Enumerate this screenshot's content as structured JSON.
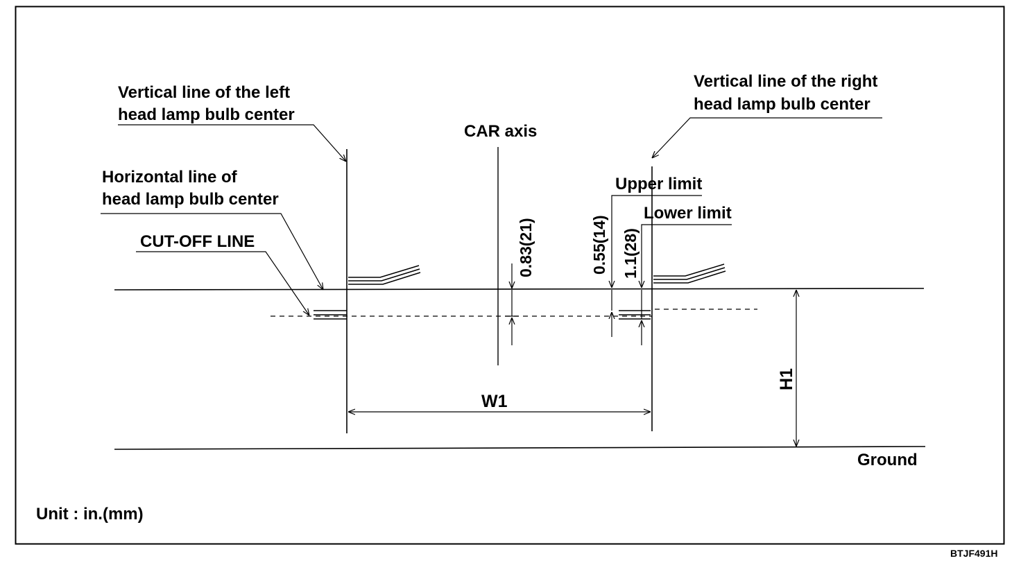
{
  "labels": {
    "left_vertical_line_1": "Vertical line of the left",
    "left_vertical_line_2": "head lamp bulb center",
    "right_vertical_line_1": "Vertical line of the right",
    "right_vertical_line_2": "head lamp bulb center",
    "car_axis": "CAR axis",
    "horizontal_line_1": "Horizontal line of",
    "horizontal_line_2": "head lamp bulb center",
    "cut_off_line": "CUT-OFF LINE",
    "upper_limit": "Upper limit",
    "lower_limit": "Lower limit",
    "dim_left": "0.83(21)",
    "dim_upper": "0.55(14)",
    "dim_lower": "1.1(28)",
    "w1": "W1",
    "h1": "H1",
    "ground": "Ground",
    "unit": "Unit : in.(mm)",
    "figure_code": "BTJF491H"
  }
}
